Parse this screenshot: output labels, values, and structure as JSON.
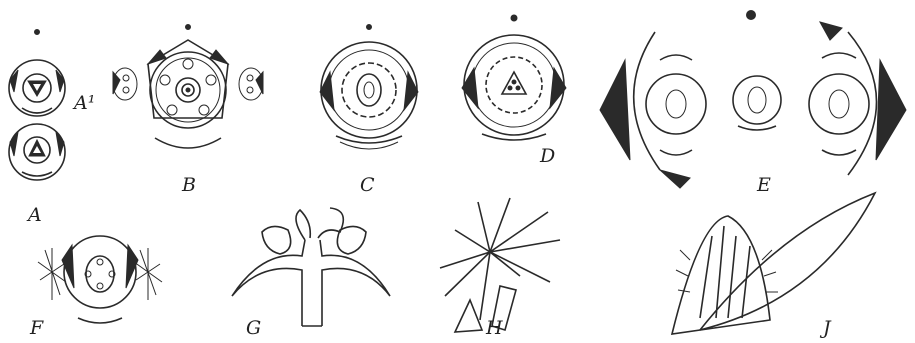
{
  "figure": {
    "labels": {
      "A": "A",
      "A1": "A¹",
      "B": "B",
      "C": "C",
      "D": "D",
      "E": "E",
      "F": "F",
      "G": "G",
      "H": "H",
      "J": "J"
    }
  }
}
